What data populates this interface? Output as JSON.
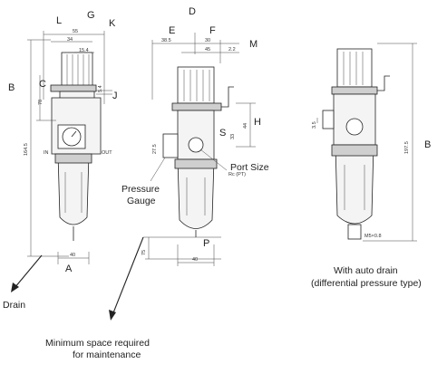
{
  "letters": {
    "L": "L",
    "G": "G",
    "K": "K",
    "B_left": "B",
    "C": "C",
    "J": "J",
    "A": "A",
    "D": "D",
    "E": "E",
    "F": "F",
    "M": "M",
    "H": "H",
    "S": "S",
    "P": "P",
    "B_right": "B"
  },
  "dims": {
    "d55": "55",
    "d34": "34",
    "d15_4": "15.4",
    "d5_4": "5.4",
    "d78": "78",
    "d164_5": "164.5",
    "d40_a": "40",
    "d38_5": "38.5",
    "d30": "30",
    "d45": "45",
    "d2_2": "2.2",
    "d44": "44",
    "d33": "33",
    "d27_5": "27.5",
    "d75": "75",
    "d40_b": "40",
    "d3_5": "3.5",
    "d197_5": "197.5",
    "m5": "M5×0.8",
    "in": "IN",
    "out": "OUT",
    "rc": "Rc (PT)"
  },
  "captions": {
    "port_size": "Port Size",
    "pressure": "Pressure",
    "gauge": "Gauge",
    "drain": "Drain",
    "maint_1": "Minimum space required",
    "maint_2": "for maintenance",
    "auto_1": "With auto drain",
    "auto_2": "(differential pressure type)"
  }
}
